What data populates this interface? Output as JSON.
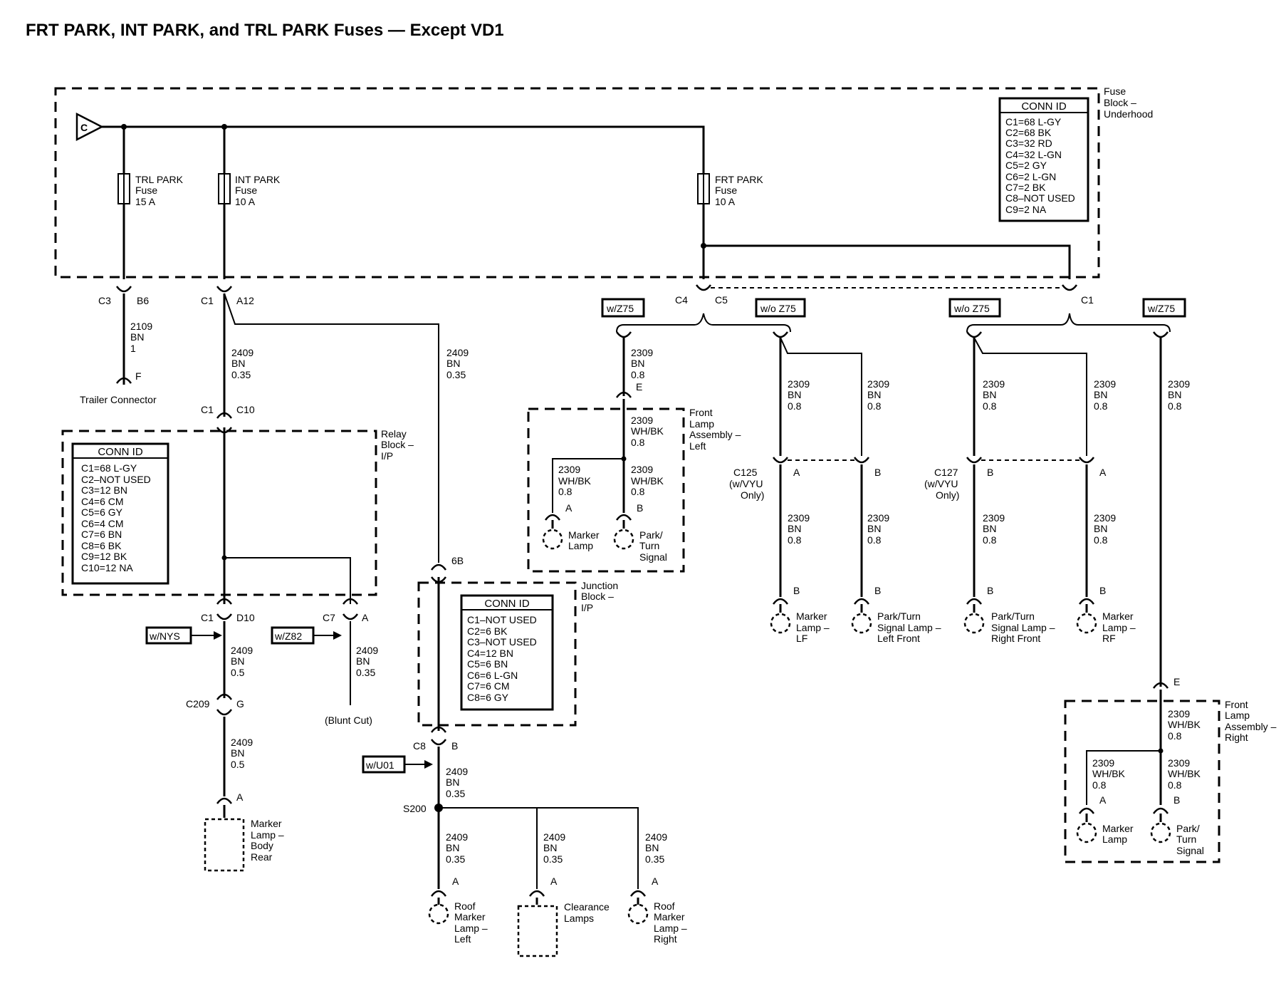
{
  "title": "FRT PARK, INT PARK, and TRL PARK Fuses — Except VD1",
  "fuse_block": {
    "name": [
      "Fuse",
      "Block –",
      "Underhood"
    ],
    "source": "C",
    "conn_id_header": "CONN ID",
    "conn_ids": [
      "C1=68 L-GY",
      "C2=68 BK",
      "C3=32 RD",
      "C4=32 L-GN",
      "C5=2 GY",
      "C6=2 L-GN",
      "C7=2 BK",
      "C8–NOT USED",
      "C9=2 NA"
    ],
    "fuses": [
      {
        "name": "TRL PARK",
        "type": "Fuse",
        "rating": "15 A"
      },
      {
        "name": "INT PARK",
        "type": "Fuse",
        "rating": "10 A"
      },
      {
        "name": "FRT PARK",
        "type": "Fuse",
        "rating": "10 A"
      }
    ]
  },
  "relay_block": {
    "name": [
      "Relay",
      "Block –",
      "I/P"
    ],
    "conn_id_header": "CONN ID",
    "conn_ids": [
      "C1=68 L-GY",
      "C2–NOT USED",
      "C3=12 BN",
      "C4=6 CM",
      "C5=6 GY",
      "C6=4 CM",
      "C7=6 BN",
      "C8=6 BK",
      "C9=12 BK",
      "C10=12 NA"
    ]
  },
  "junction_block": {
    "name": [
      "Junction",
      "Block –",
      "I/P"
    ],
    "conn_id_header": "CONN ID",
    "conn_ids": [
      "C1–NOT USED",
      "C2=6 BK",
      "C3–NOT USED",
      "C4=12 BN",
      "C5=6 BN",
      "C6=6 L-GN",
      "C7=6 CM",
      "C8=6 GY"
    ]
  },
  "connectors": {
    "c3": "C3",
    "b6": "B6",
    "c1_a12_c": "C1",
    "a12": "A12",
    "c1_c10_c": "C1",
    "c10": "C10",
    "c1_d10_c": "C1",
    "d10": "D10",
    "c7": "C7",
    "c7_pin": "A",
    "c209": "C209",
    "c209_pin": "G",
    "trailer_pin": "F",
    "rear_pin": "A",
    "jb_in": "6B",
    "c8": "C8",
    "c8_pin": "B",
    "s200": "S200",
    "roof_l_pin": "A",
    "clear_pin": "A",
    "roof_r_pin": "A",
    "c4": "C4",
    "c5": "C5",
    "c1_right": "C1",
    "lf_e": "E",
    "lf_a": "A",
    "lf_b": "B",
    "c125": [
      "C125",
      "(w/VYU",
      "Only)"
    ],
    "c125_a": "A",
    "c125_b": "B",
    "c127": [
      "C127",
      "(w/VYU",
      "Only)"
    ],
    "c127_b": "B",
    "c127_a": "A",
    "mlf_pin": "B",
    "ptlf_pin": "B",
    "ptrf_pin": "B",
    "mrf_pin": "B",
    "rf_e": "E",
    "rf_a": "A",
    "rf_b": "B"
  },
  "wires": {
    "w2109": [
      "2109",
      "BN",
      "1"
    ],
    "w2409a": [
      "2409",
      "BN",
      "0.35"
    ],
    "w2409b": [
      "2409",
      "BN",
      "0.35"
    ],
    "w2409c": [
      "2409",
      "BN",
      "0.5"
    ],
    "w2409d": [
      "2409",
      "BN",
      "0.35"
    ],
    "w2409e": [
      "2409",
      "BN",
      "0.5"
    ],
    "w2409f": [
      "2409",
      "BN",
      "0.35"
    ],
    "w2409g": [
      "2409",
      "BN",
      "0.35"
    ],
    "w2409h": [
      "2409",
      "BN",
      "0.35"
    ],
    "w2409i": [
      "2409",
      "BN",
      "0.35"
    ],
    "w2309a": [
      "2309",
      "BN",
      "0.8"
    ],
    "w2309lf1": [
      "2309",
      "WH/BK",
      "0.8"
    ],
    "w2309lf2": [
      "2309",
      "WH/BK",
      "0.8"
    ],
    "w2309lf3": [
      "2309",
      "WH/BK",
      "0.8"
    ],
    "w2309b": [
      "2309",
      "BN",
      "0.8"
    ],
    "w2309c": [
      "2309",
      "BN",
      "0.8"
    ],
    "w2309d": [
      "2309",
      "BN",
      "0.8"
    ],
    "w2309e": [
      "2309",
      "BN",
      "0.8"
    ],
    "w2309f": [
      "2309",
      "BN",
      "0.8"
    ],
    "w2309g": [
      "2309",
      "BN",
      "0.8"
    ],
    "w2309h": [
      "2309",
      "BN",
      "0.8"
    ],
    "w2309i": [
      "2309",
      "BN",
      "0.8"
    ],
    "w2309j": [
      "2309",
      "BN",
      "0.8"
    ],
    "w2309rf1": [
      "2309",
      "WH/BK",
      "0.8"
    ],
    "w2309rf2": [
      "2309",
      "WH/BK",
      "0.8"
    ],
    "w2309rf3": [
      "2309",
      "WH/BK",
      "0.8"
    ]
  },
  "options": {
    "wz75_left": "w/Z75",
    "woz75_left": "w/o Z75",
    "woz75_right": "w/o Z75",
    "wz75_right": "w/Z75",
    "wnys": "w/NYS",
    "wz82": "w/Z82",
    "wu01": "w/U01"
  },
  "components": {
    "trailer": "Trailer Connector",
    "blunt_cut": "(Blunt Cut)",
    "marker_body_rear": [
      "Marker",
      "Lamp –",
      "Body",
      "Rear"
    ],
    "roof_left": [
      "Roof",
      "Marker",
      "Lamp –",
      "Left"
    ],
    "clearance": [
      "Clearance",
      "Lamps"
    ],
    "roof_right": [
      "Roof",
      "Marker",
      "Lamp –",
      "Right"
    ],
    "front_lamp_left": [
      "Front",
      "Lamp",
      "Assembly –",
      "Left"
    ],
    "lf_marker": [
      "Marker",
      "Lamp"
    ],
    "lf_park": [
      "Park/",
      "Turn",
      "Signal"
    ],
    "marker_lf": [
      "Marker",
      "Lamp –",
      "LF"
    ],
    "park_lf": [
      "Park/Turn",
      "Signal Lamp –",
      "Left Front"
    ],
    "park_rf": [
      "Park/Turn",
      "Signal Lamp –",
      "Right Front"
    ],
    "marker_rf": [
      "Marker",
      "Lamp –",
      "RF"
    ],
    "front_lamp_right": [
      "Front",
      "Lamp",
      "Assembly –",
      "Right"
    ],
    "rf_marker": [
      "Marker",
      "Lamp"
    ],
    "rf_park": [
      "Park/",
      "Turn",
      "Signal"
    ]
  }
}
